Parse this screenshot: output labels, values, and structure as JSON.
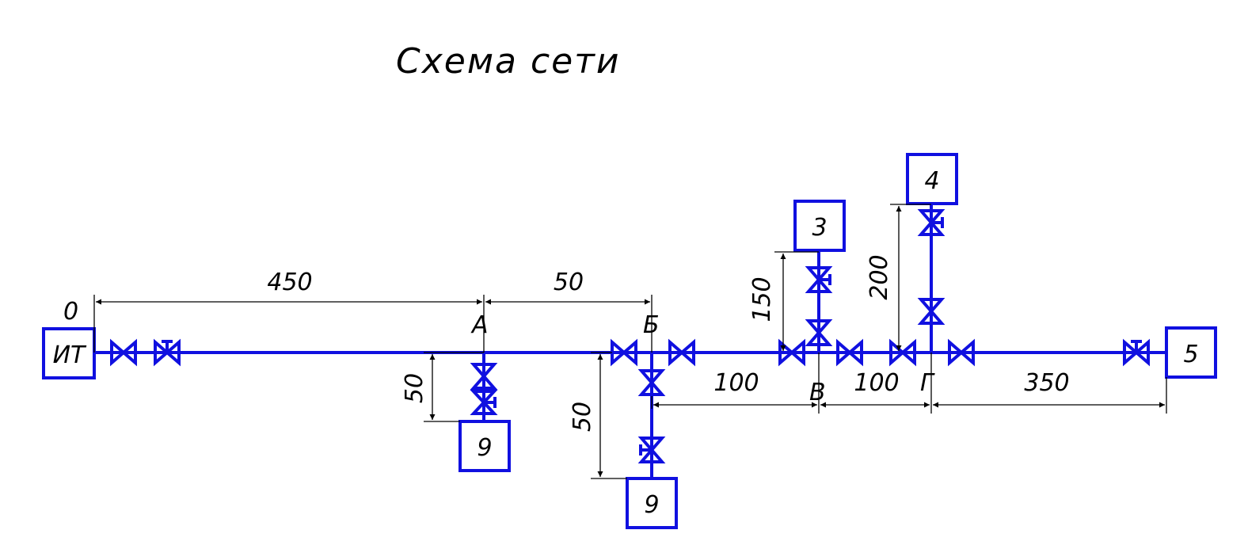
{
  "title": "Схема сети",
  "colors": {
    "pipe": "#1010e0",
    "dimension": "#000000",
    "background": "#ffffff"
  },
  "nodes": {
    "source": "ИТ",
    "start_point": "0",
    "a": "А",
    "b": "Б",
    "v": "В",
    "g": "Г"
  },
  "consumers": {
    "c3": "3",
    "c4": "4",
    "c5": "5",
    "c9_a": "9",
    "c9_b": "9"
  },
  "dimensions": {
    "d_0_a": "450",
    "d_a_b": "50",
    "d_b_v": "100",
    "d_v_g": "100",
    "d_g_5": "350",
    "d_a_9": "50",
    "d_b_9": "50",
    "d_v_3": "150",
    "d_g_4": "200"
  }
}
